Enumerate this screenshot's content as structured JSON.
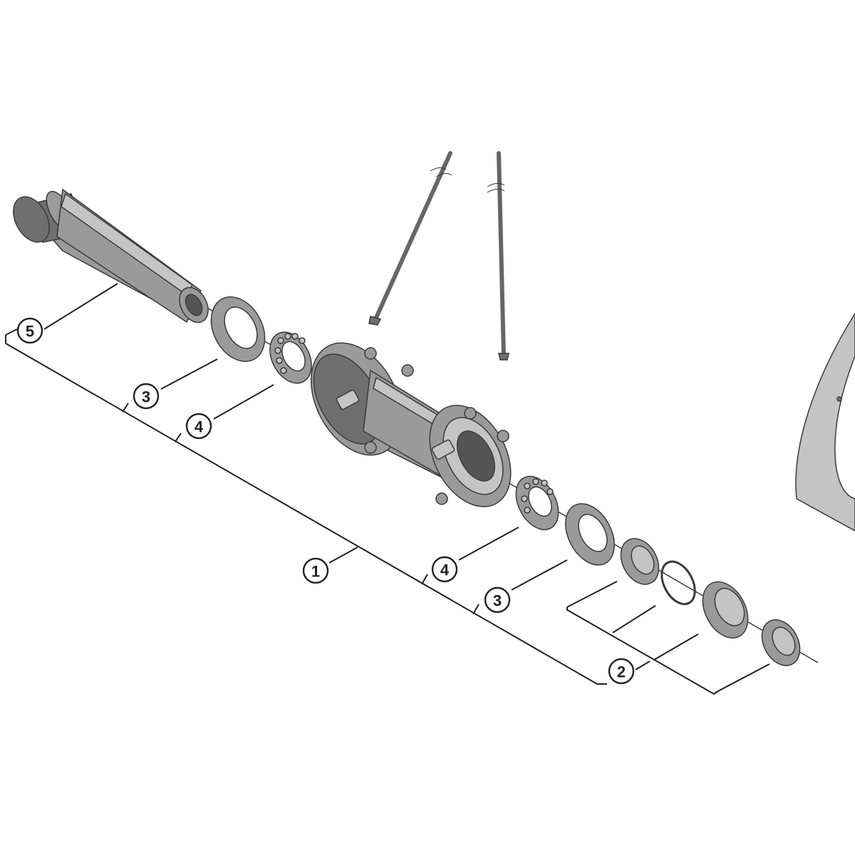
{
  "callouts": {
    "c1": "1",
    "c2": "2",
    "c3a": "3",
    "c3b": "3",
    "c4a": "4",
    "c4b": "4",
    "c5": "5"
  },
  "colors": {
    "part_fill": "#9a9a9a",
    "part_dark": "#6f6f6f",
    "line": "#222222",
    "background": "#ffffff"
  }
}
